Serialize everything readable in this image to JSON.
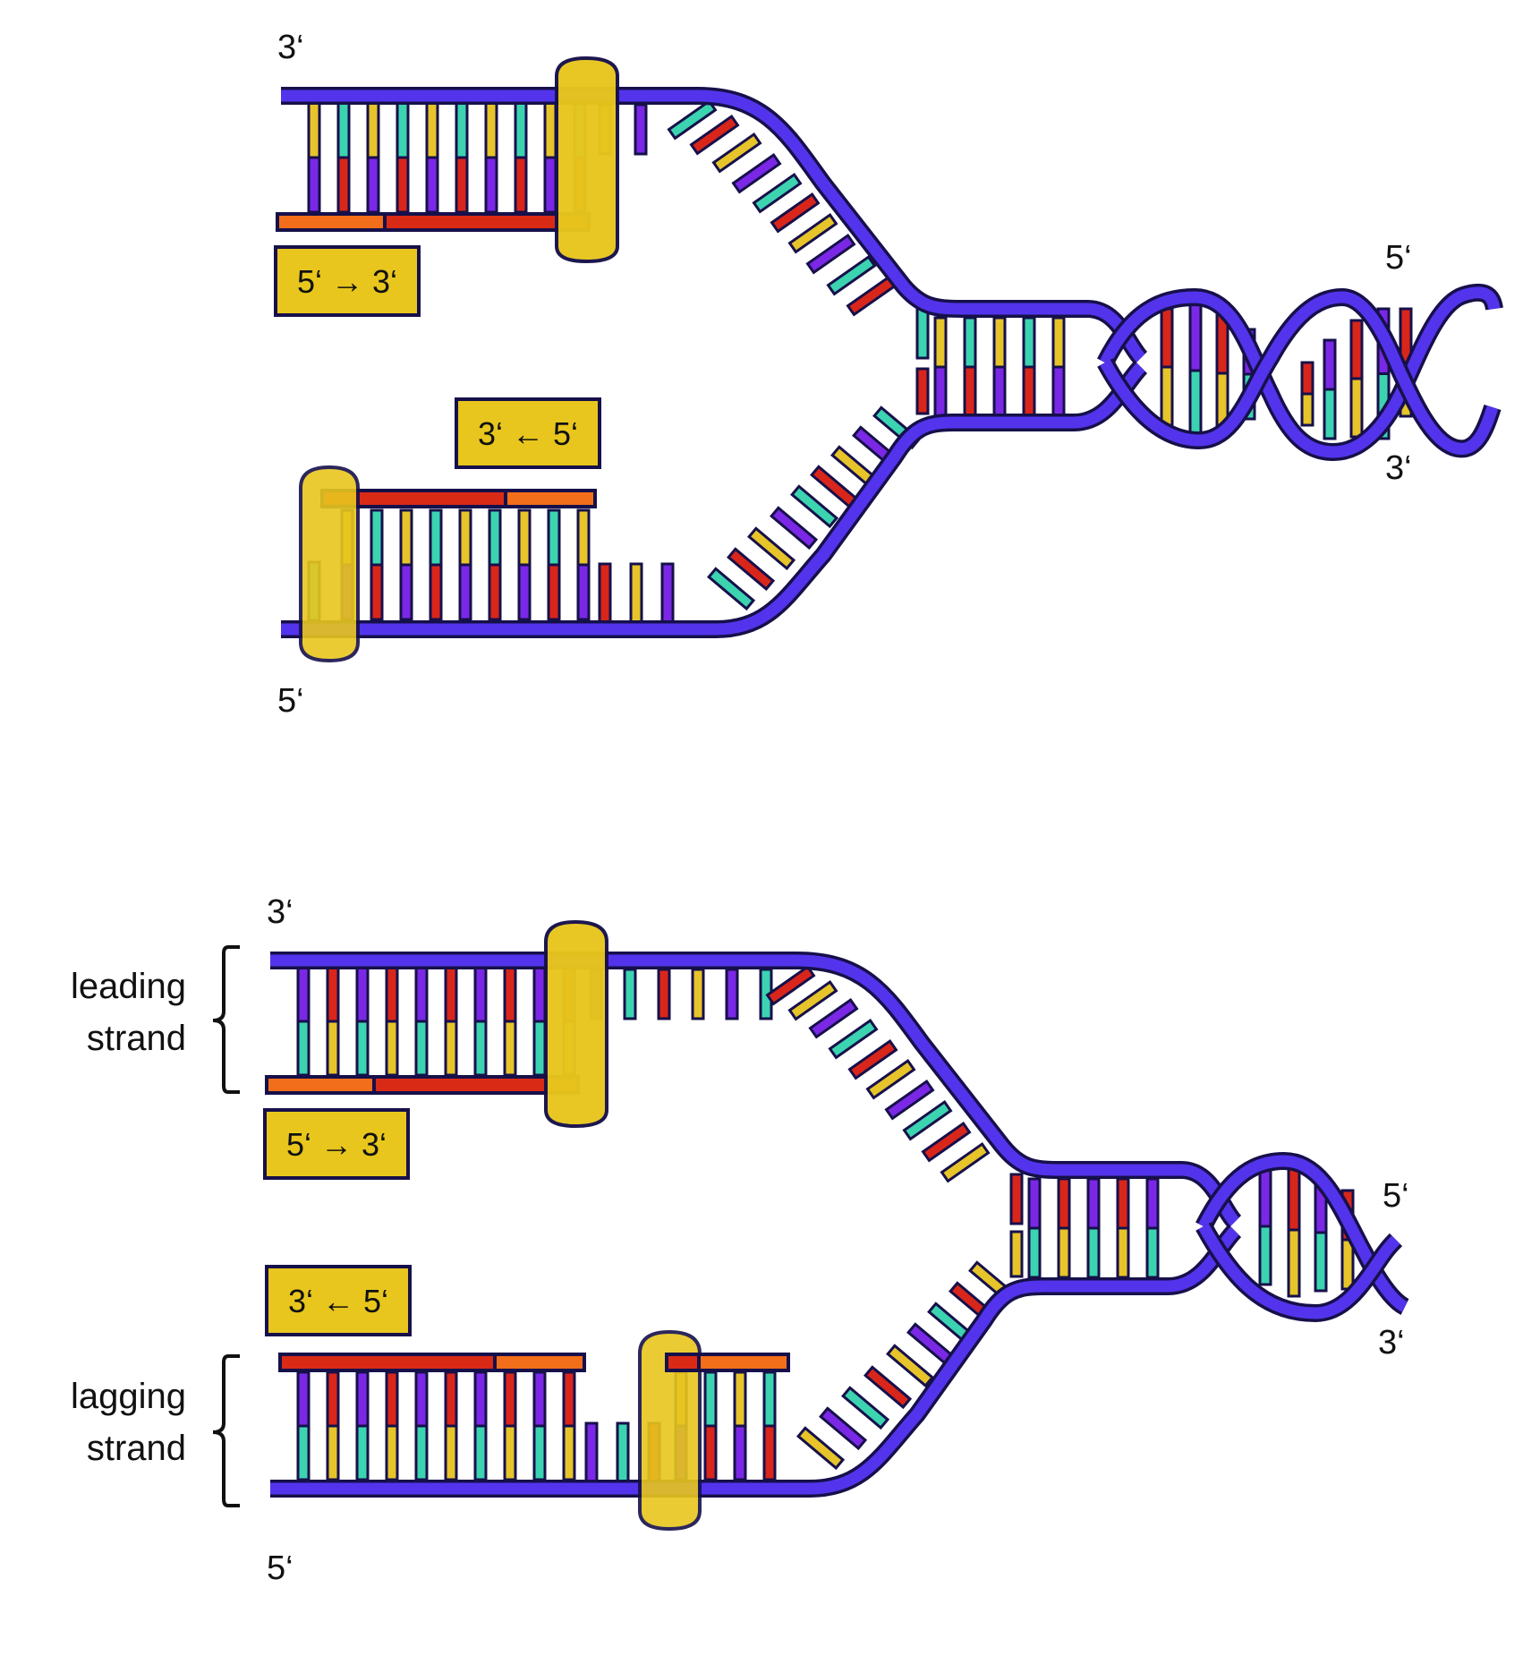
{
  "colors": {
    "backbone": "#5334ec",
    "backbone_outline": "#16104a",
    "polymerase": "#e8c61d",
    "primer_orange": "#f26e1a",
    "new_strand_red": "#d92a16",
    "base_yellow": "#e6c42a",
    "base_red": "#d9261a",
    "base_purple": "#7a28e6",
    "base_teal": "#3cd3b0"
  },
  "icons": [
    "dna-polymerase-icon",
    "bracket-icon"
  ],
  "panel_top": {
    "end_top_left": "3‘",
    "end_bottom_left": "5‘",
    "end_top_right": "5‘",
    "end_bottom_right": "3‘",
    "direction_upper": "5‘ → 3‘",
    "direction_lower": "3‘ ← 5‘"
  },
  "panel_bottom": {
    "end_top_left": "3‘",
    "end_bottom_left": "5‘",
    "end_top_right": "5‘",
    "end_bottom_right": "3‘",
    "direction_upper": "5‘ → 3‘",
    "direction_lower": "3‘ ← 5‘",
    "leading_label_line1": "leading",
    "leading_label_line2": "strand",
    "lagging_label_line1": "lagging",
    "lagging_label_line2": "strand"
  }
}
